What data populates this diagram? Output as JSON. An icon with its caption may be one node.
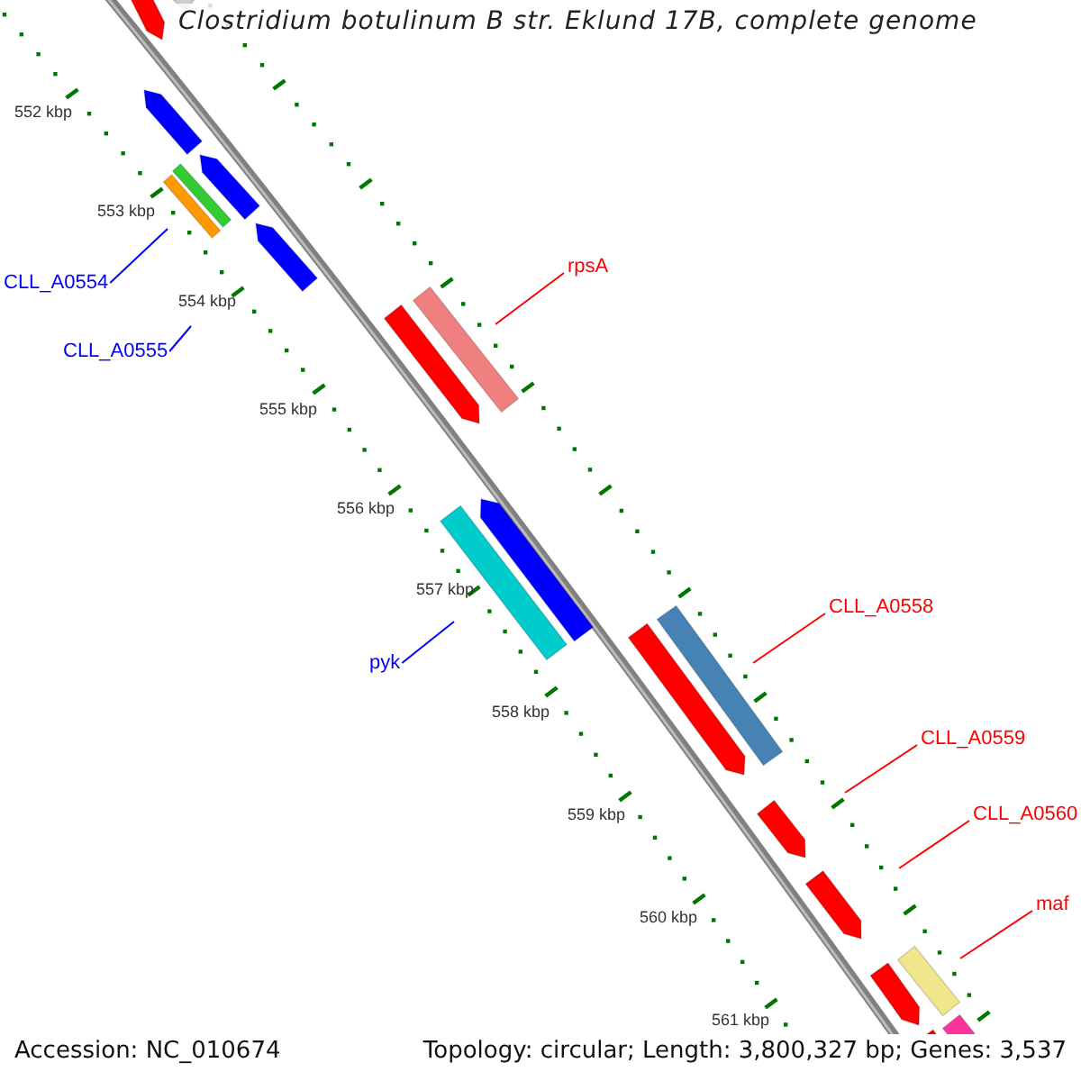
{
  "diagram": {
    "title": "Clostridium botulinum B str. Eklund 17B, complete genome",
    "nodes": [
      {
        "text": [
          "CLL_A0554"
        ]
      },
      {
        "text": [
          "CLL_A0555"
        ]
      },
      {
        "text": [
          "rpsA"
        ]
      },
      {
        "text": [
          "pyk"
        ]
      },
      {
        "text": [
          "CLL_A0558"
        ]
      },
      {
        "text": [
          "CLL_A0559"
        ]
      },
      {
        "text": [
          "CLL_A0560"
        ]
      },
      {
        "text": [
          "maf"
        ]
      }
    ],
    "edges": [
      {
        "from": 0,
        "to": null,
        "arrow": "none",
        "color": "#0000ff"
      },
      {
        "from": 1,
        "to": null,
        "arrow": "none",
        "color": "#0000ff"
      },
      {
        "from": 2,
        "to": null,
        "arrow": "none",
        "color": "#ff0000"
      },
      {
        "from": 3,
        "to": null,
        "arrow": "none",
        "color": "#0000ff"
      },
      {
        "from": 4,
        "to": null,
        "arrow": "none",
        "color": "#ff0000"
      },
      {
        "from": 5,
        "to": null,
        "arrow": "none",
        "color": "#ff0000"
      },
      {
        "from": 6,
        "to": null,
        "arrow": "none",
        "color": "#ff0000"
      },
      {
        "from": 7,
        "to": null,
        "arrow": "none",
        "color": "#ff0000"
      }
    ],
    "labels": [
      "552 kbp",
      "553 kbp",
      "554 kbp",
      "555 kbp",
      "556 kbp",
      "557 kbp",
      "558 kbp",
      "559 kbp",
      "560 kbp",
      "561 kbp",
      "Accession: NC_010674",
      "Topology: circular; Length: 3,800,327 bp; Genes: 3,537"
    ]
  }
}
